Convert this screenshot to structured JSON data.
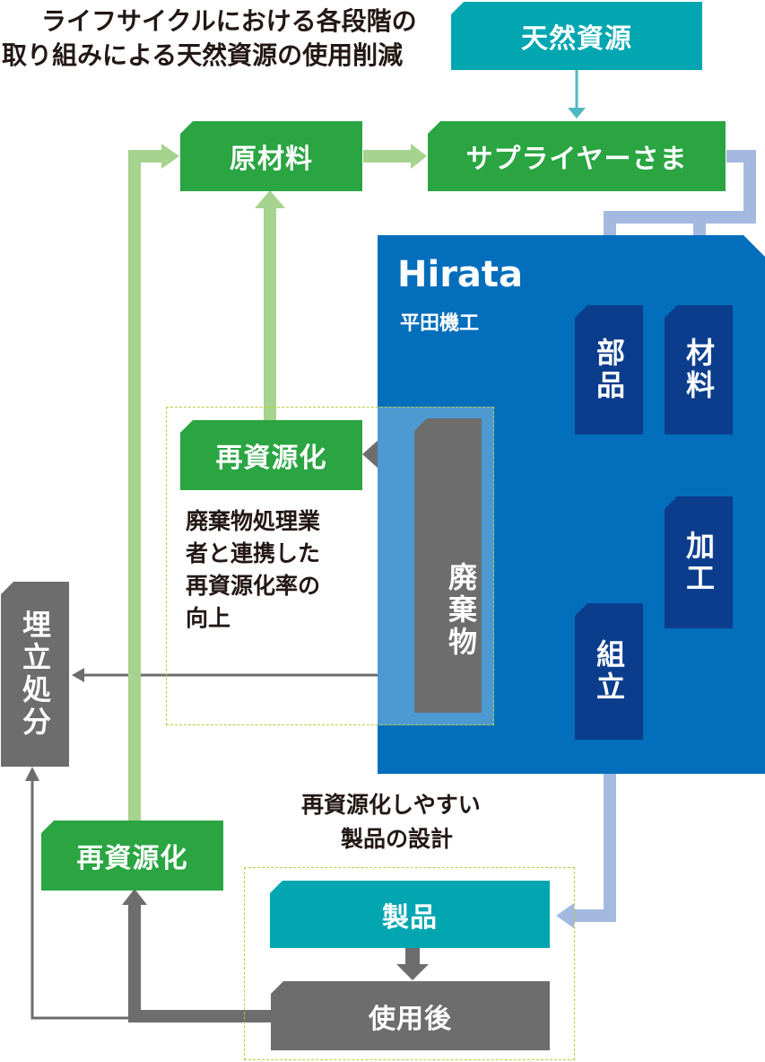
{
  "title_line1": "ライフサイクルにおける各段階の",
  "title_line2": "取り組みによる天然資源の使用削減",
  "company": {
    "logo": "Hirata",
    "name": "平田機工"
  },
  "nodes": {
    "natural_resources": "天然資源",
    "raw_materials": "原材料",
    "supplier": "サプライヤーさま",
    "parts": "部品",
    "materials": "材料",
    "processing": "加工",
    "assembly": "組立",
    "waste": "廃棄物",
    "recycle_upper": "再資源化",
    "recycle_lower": "再資源化",
    "landfill": "埋立処分",
    "product": "製品",
    "after_use": "使用後"
  },
  "notes": {
    "waste_partner_l1": "廃棄物処理業",
    "waste_partner_l2": "者と連携した",
    "waste_partner_l3": "再資源化率の",
    "waste_partner_l4": "向上",
    "design_l1": "再資源化しやすい",
    "design_l2": "製品の設計"
  },
  "colors": {
    "green": "#2aa542",
    "teal": "#01a6b1",
    "navy": "#0c3d8d",
    "blue_panel": "#036ebb",
    "gray": "#6d6d6d",
    "light_green_arrow": "#a6d38d",
    "light_blue_arrow": "#a3b9e0"
  }
}
